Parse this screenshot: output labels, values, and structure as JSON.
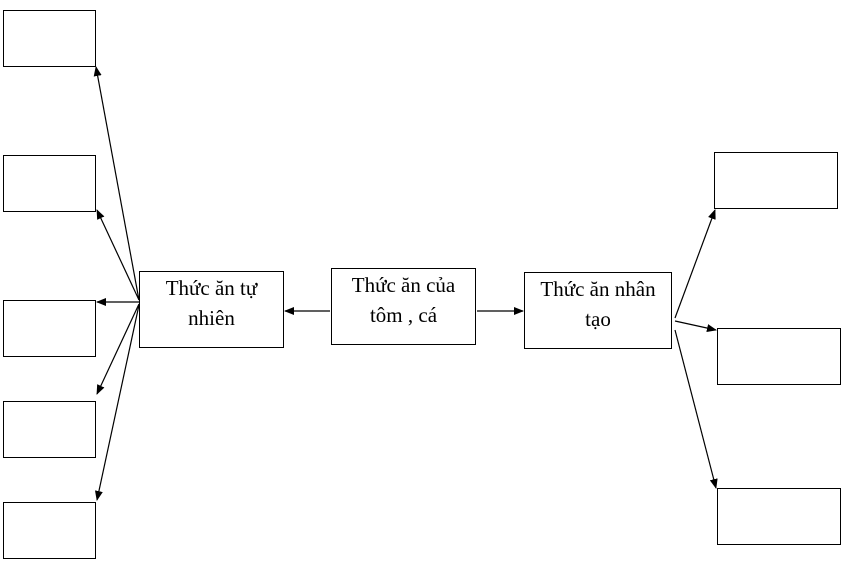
{
  "nodes": {
    "center": {
      "line1": "Thức ăn của",
      "line2": "tôm , cá"
    },
    "natural": {
      "line1": "Thức ăn tự",
      "line2": "nhiên"
    },
    "artificial": {
      "line1": "Thức ăn nhân",
      "line2": "tạo"
    }
  },
  "colors": {
    "stroke": "#000000",
    "background": "#ffffff"
  }
}
